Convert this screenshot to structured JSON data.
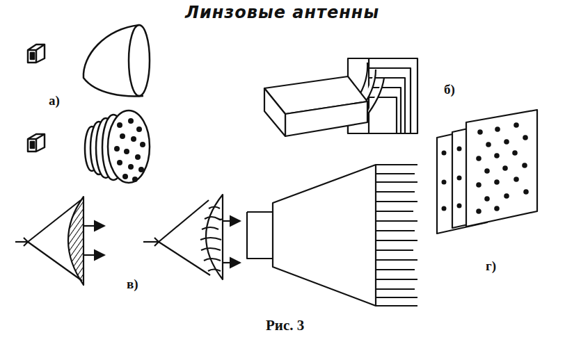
{
  "diagram": {
    "title": "Линзовые антенны",
    "caption": "Рис. 3",
    "labels": [
      "а)",
      "б)",
      "в)",
      "г)"
    ]
  }
}
